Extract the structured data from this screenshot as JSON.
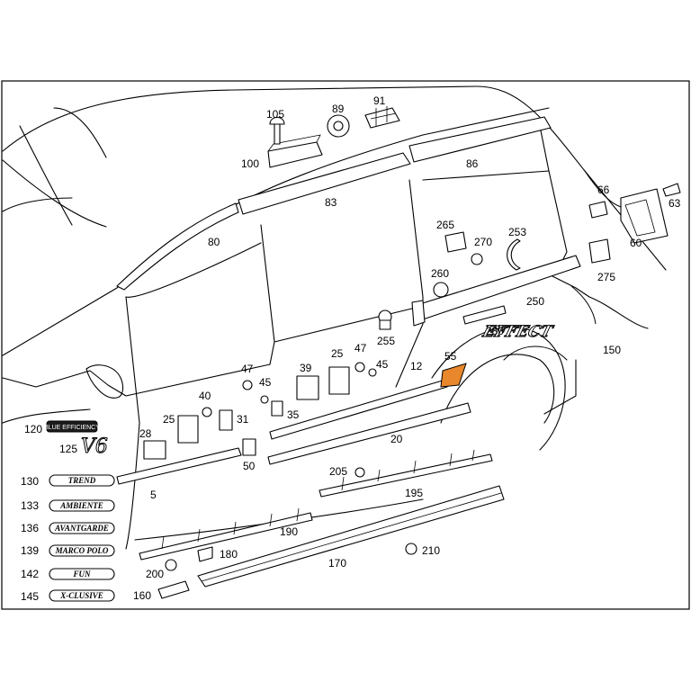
{
  "colors": {
    "line": "#000000",
    "background": "#ffffff",
    "highlight": "#e8872b"
  },
  "scripts": {
    "v6": "V6",
    "effect": "EFFECT"
  },
  "badges": [
    {
      "id": "130",
      "text": "TREND"
    },
    {
      "id": "133",
      "text": "AMBIENTE"
    },
    {
      "id": "136",
      "text": "AVANTGARDE"
    },
    {
      "id": "139",
      "text": "MARCO POLO"
    },
    {
      "id": "142",
      "text": "FUN"
    },
    {
      "id": "145",
      "text": "X-CLUSIVE"
    }
  ],
  "labels": {
    "p5": "5",
    "p12": "12",
    "p20": "20",
    "p25a": "25",
    "p25b": "25",
    "p28": "28",
    "p31": "31",
    "p35": "35",
    "p39": "39",
    "p40": "40",
    "p45a": "45",
    "p45b": "45",
    "p47a": "47",
    "p47b": "47",
    "p50": "50",
    "p55": "55",
    "p60": "60",
    "p63": "63",
    "p66": "66",
    "p80": "80",
    "p83": "83",
    "p86": "86",
    "p89": "89",
    "p91": "91",
    "p100": "100",
    "p105": "105",
    "p120": "120",
    "p125": "125",
    "p130": "130",
    "p133": "133",
    "p136": "136",
    "p139": "139",
    "p142": "142",
    "p145": "145",
    "p150": "150",
    "p160": "160",
    "p170": "170",
    "p180": "180",
    "p190": "190",
    "p195": "195",
    "p200": "200",
    "p205": "205",
    "p210": "210",
    "p250": "250",
    "p253": "253",
    "p255": "255",
    "p260": "260",
    "p265": "265",
    "p270": "270",
    "p275": "275",
    "p280": "280"
  }
}
